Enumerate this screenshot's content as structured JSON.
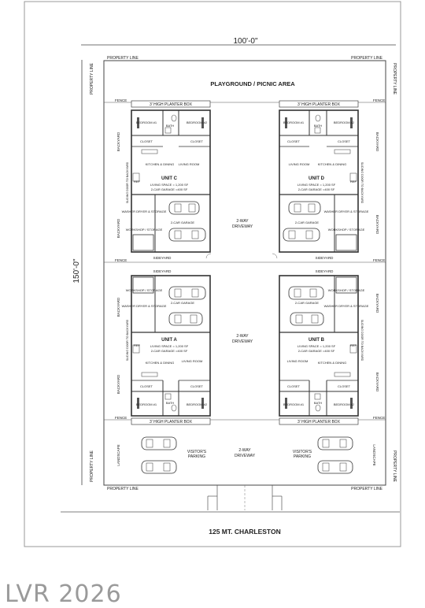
{
  "plan": {
    "width_dim": "100'-0\"",
    "depth_dim": "150'-0\"",
    "property_line": "PROPERTY LINE",
    "playground": "PLAYGROUND / PICNIC AREA",
    "planter": "3' HIGH PLANTER BOX",
    "fence": "FENCE",
    "sideyard": "SIDEYARD",
    "backyard": "BACKYARD",
    "landscape": "LANDSCAPE",
    "driveway_line1": "2-WAY",
    "driveway_line2": "DRIVEWAY",
    "visitor_line1": "VISITOR'S",
    "visitor_line2": "PARKING",
    "street": "125 MT. CHARLESTON",
    "bedroom_a": "BEDROOM #1",
    "bedroom_b": "BEDROOM #2",
    "bath": "BATH",
    "closet": "CLOSET",
    "living": "LIVING ROOM",
    "kitchen": "KITCHEN & DINING",
    "ref": "REF",
    "sliding": "SLIDING DOOR TO BACKYARD",
    "washer": "WASHER DRYER & STORAGE",
    "workshop": "WORKSHOP / STORAGE",
    "garage": "2-CAR GARAGE",
    "living_space": "LIVING SPACE = 1,200 SF",
    "garage_space": "2-CAR GARAGE =400 SF"
  },
  "units": [
    {
      "label": "UNIT C"
    },
    {
      "label": "UNIT D"
    },
    {
      "label": "UNIT A"
    },
    {
      "label": "UNIT B"
    }
  ],
  "watermark": "LVR 2026"
}
